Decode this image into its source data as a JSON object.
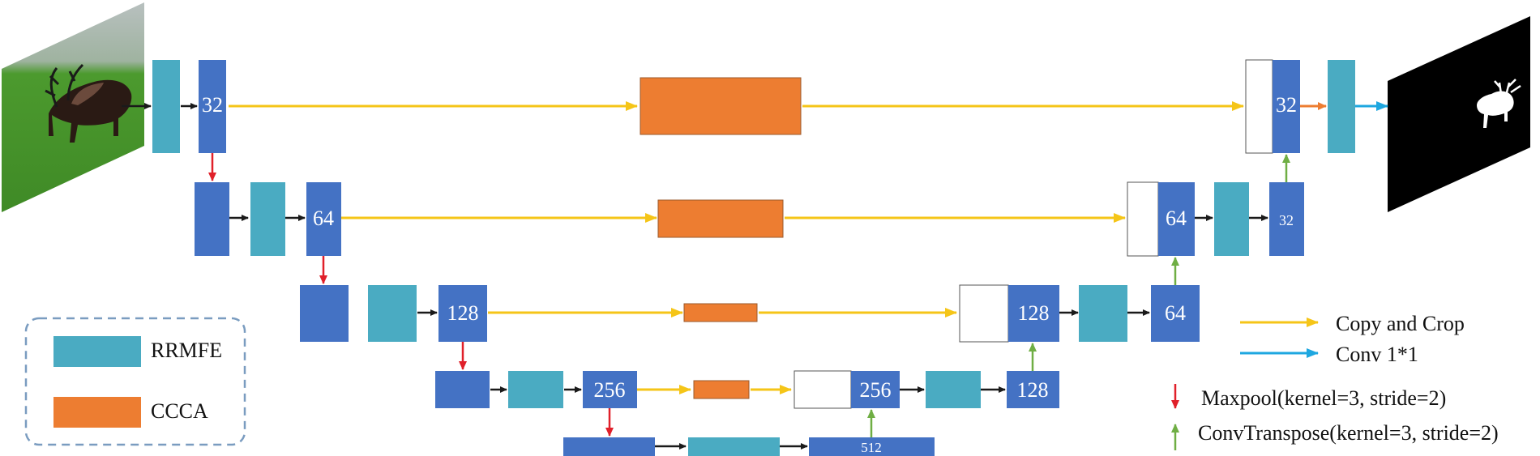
{
  "colors": {
    "rrmfe": "#4AABC2",
    "ccca": "#ED7D31",
    "conv_block": "#4472C4",
    "copy_arrow": "#F5C518",
    "conv11_arrow": "#1EA7E0",
    "maxpool_arrow": "#E0202A",
    "convtranspose_arrow": "#6FAE44",
    "connector_arrow": "#1a1a1a",
    "output_to_conv11_arrow": "#ED7D31",
    "legend_border": "#7A9CC0"
  },
  "channels": {
    "c32": "32",
    "c64": "64",
    "c128": "128",
    "c256": "256",
    "c512": "512"
  },
  "legend": {
    "rrmfe": "RRMFE",
    "ccca": "CCCA",
    "copy_and_crop": "Copy and Crop",
    "conv11": "Conv 1*1",
    "maxpool": "Maxpool(kernel=3, stride=2)",
    "convtranspose": "ConvTranspose(kernel=3, stride=2)"
  },
  "images": {
    "input": "reindeer-photo",
    "output": "segmentation-mask"
  }
}
